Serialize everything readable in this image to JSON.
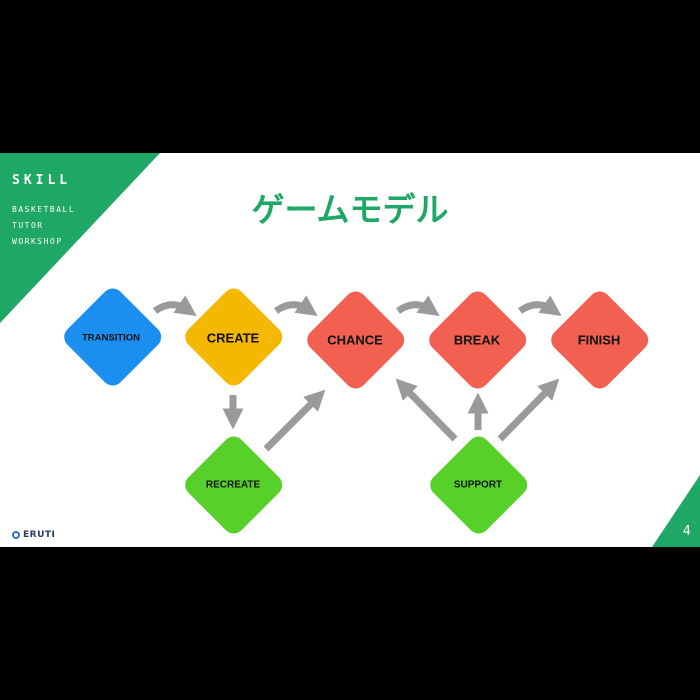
{
  "brand": {
    "skill": "SKILL",
    "lines": [
      "BASKETBALL",
      "TUTOR",
      "WORKSHOP"
    ],
    "logo_text": "ERUTI"
  },
  "title": "ゲームモデル",
  "page_number": "4",
  "colors": {
    "accent": "#1fa865",
    "blue": "#1a8ff0",
    "orange": "#f5b800",
    "red": "#f26052",
    "green": "#57d12a",
    "arrow": "#9a9a9a"
  },
  "nodes": [
    {
      "id": "transition",
      "label": "TRANSITION",
      "color": "#1a8ff0"
    },
    {
      "id": "create",
      "label": "CREATE",
      "color": "#f5b800"
    },
    {
      "id": "chance",
      "label": "CHANCE",
      "color": "#f26052"
    },
    {
      "id": "break",
      "label": "BREAK",
      "color": "#f26052"
    },
    {
      "id": "finish",
      "label": "FINISH",
      "color": "#f26052"
    },
    {
      "id": "recreate",
      "label": "RECREATE",
      "color": "#57d12a"
    },
    {
      "id": "support",
      "label": "SUPPORT",
      "color": "#57d12a"
    }
  ]
}
